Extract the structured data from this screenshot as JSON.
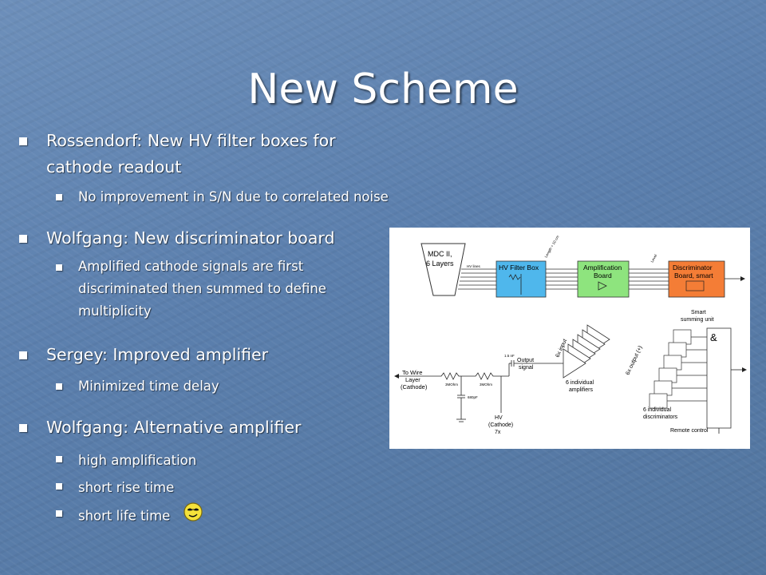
{
  "slide": {
    "title": "New Scheme",
    "bullets": [
      {
        "text": "Rossendorf: New HV filter boxes for cathode readout",
        "sub": [
          "No improvement in S/N due to correlated noise"
        ]
      },
      {
        "text": "Wolfgang: New discriminator board",
        "sub": [
          "Amplified cathode signals are first discriminated then summed to define multiplicity"
        ]
      },
      {
        "text": "Sergey: Improved amplifier",
        "sub": [
          "Minimized time delay"
        ]
      },
      {
        "text": "Wolfgang: Alternative amplifier",
        "sub": [
          "high amplification",
          "short rise time",
          "short life time"
        ]
      }
    ]
  },
  "diagram": {
    "mdc_line1": "MDC II,",
    "mdc_line2": "6 Layers",
    "hv_lines": "HV lines",
    "length_label": "Length = 10 cm",
    "hv_filter_box": "HV Filter Box",
    "amp_board_line1": "Amplification",
    "amp_board_line2": "Board",
    "level": "Level",
    "disc_line1": "Discriminator",
    "disc_line2": "Board, smart",
    "smart_line1": "Smart",
    "smart_line2": "summing unit",
    "and_symbol": "&",
    "input_label": "6x input",
    "output_label": "6x output (+)",
    "individual_amps_line1": "6 individual",
    "individual_amps_line2": "amplifiers",
    "individual_disc_line1": "6 individual",
    "individual_disc_line2": "discriminators",
    "remote_control": "Remote control",
    "wire_line1": "To Wire",
    "wire_line2": "Layer",
    "wire_line3": "(Cathode)",
    "resistor1": "3MOhm",
    "resistor2": "3MOhm",
    "cap_top": "1.5 nF",
    "cap_bottom": "680pF",
    "output_signal_line1": "Output",
    "output_signal_line2": "signal",
    "hv_cathode_line1": "HV",
    "hv_cathode_line2": "(Cathode)",
    "hv_cathode_line3": "7x"
  },
  "colors": {
    "hv_filter_box": "#4fb7ec",
    "amp_board": "#8ee47e",
    "discriminator": "#f47d36",
    "text_white": "#ffffff"
  },
  "icons": [
    "square-bullet-icon",
    "smiley-icon"
  ]
}
